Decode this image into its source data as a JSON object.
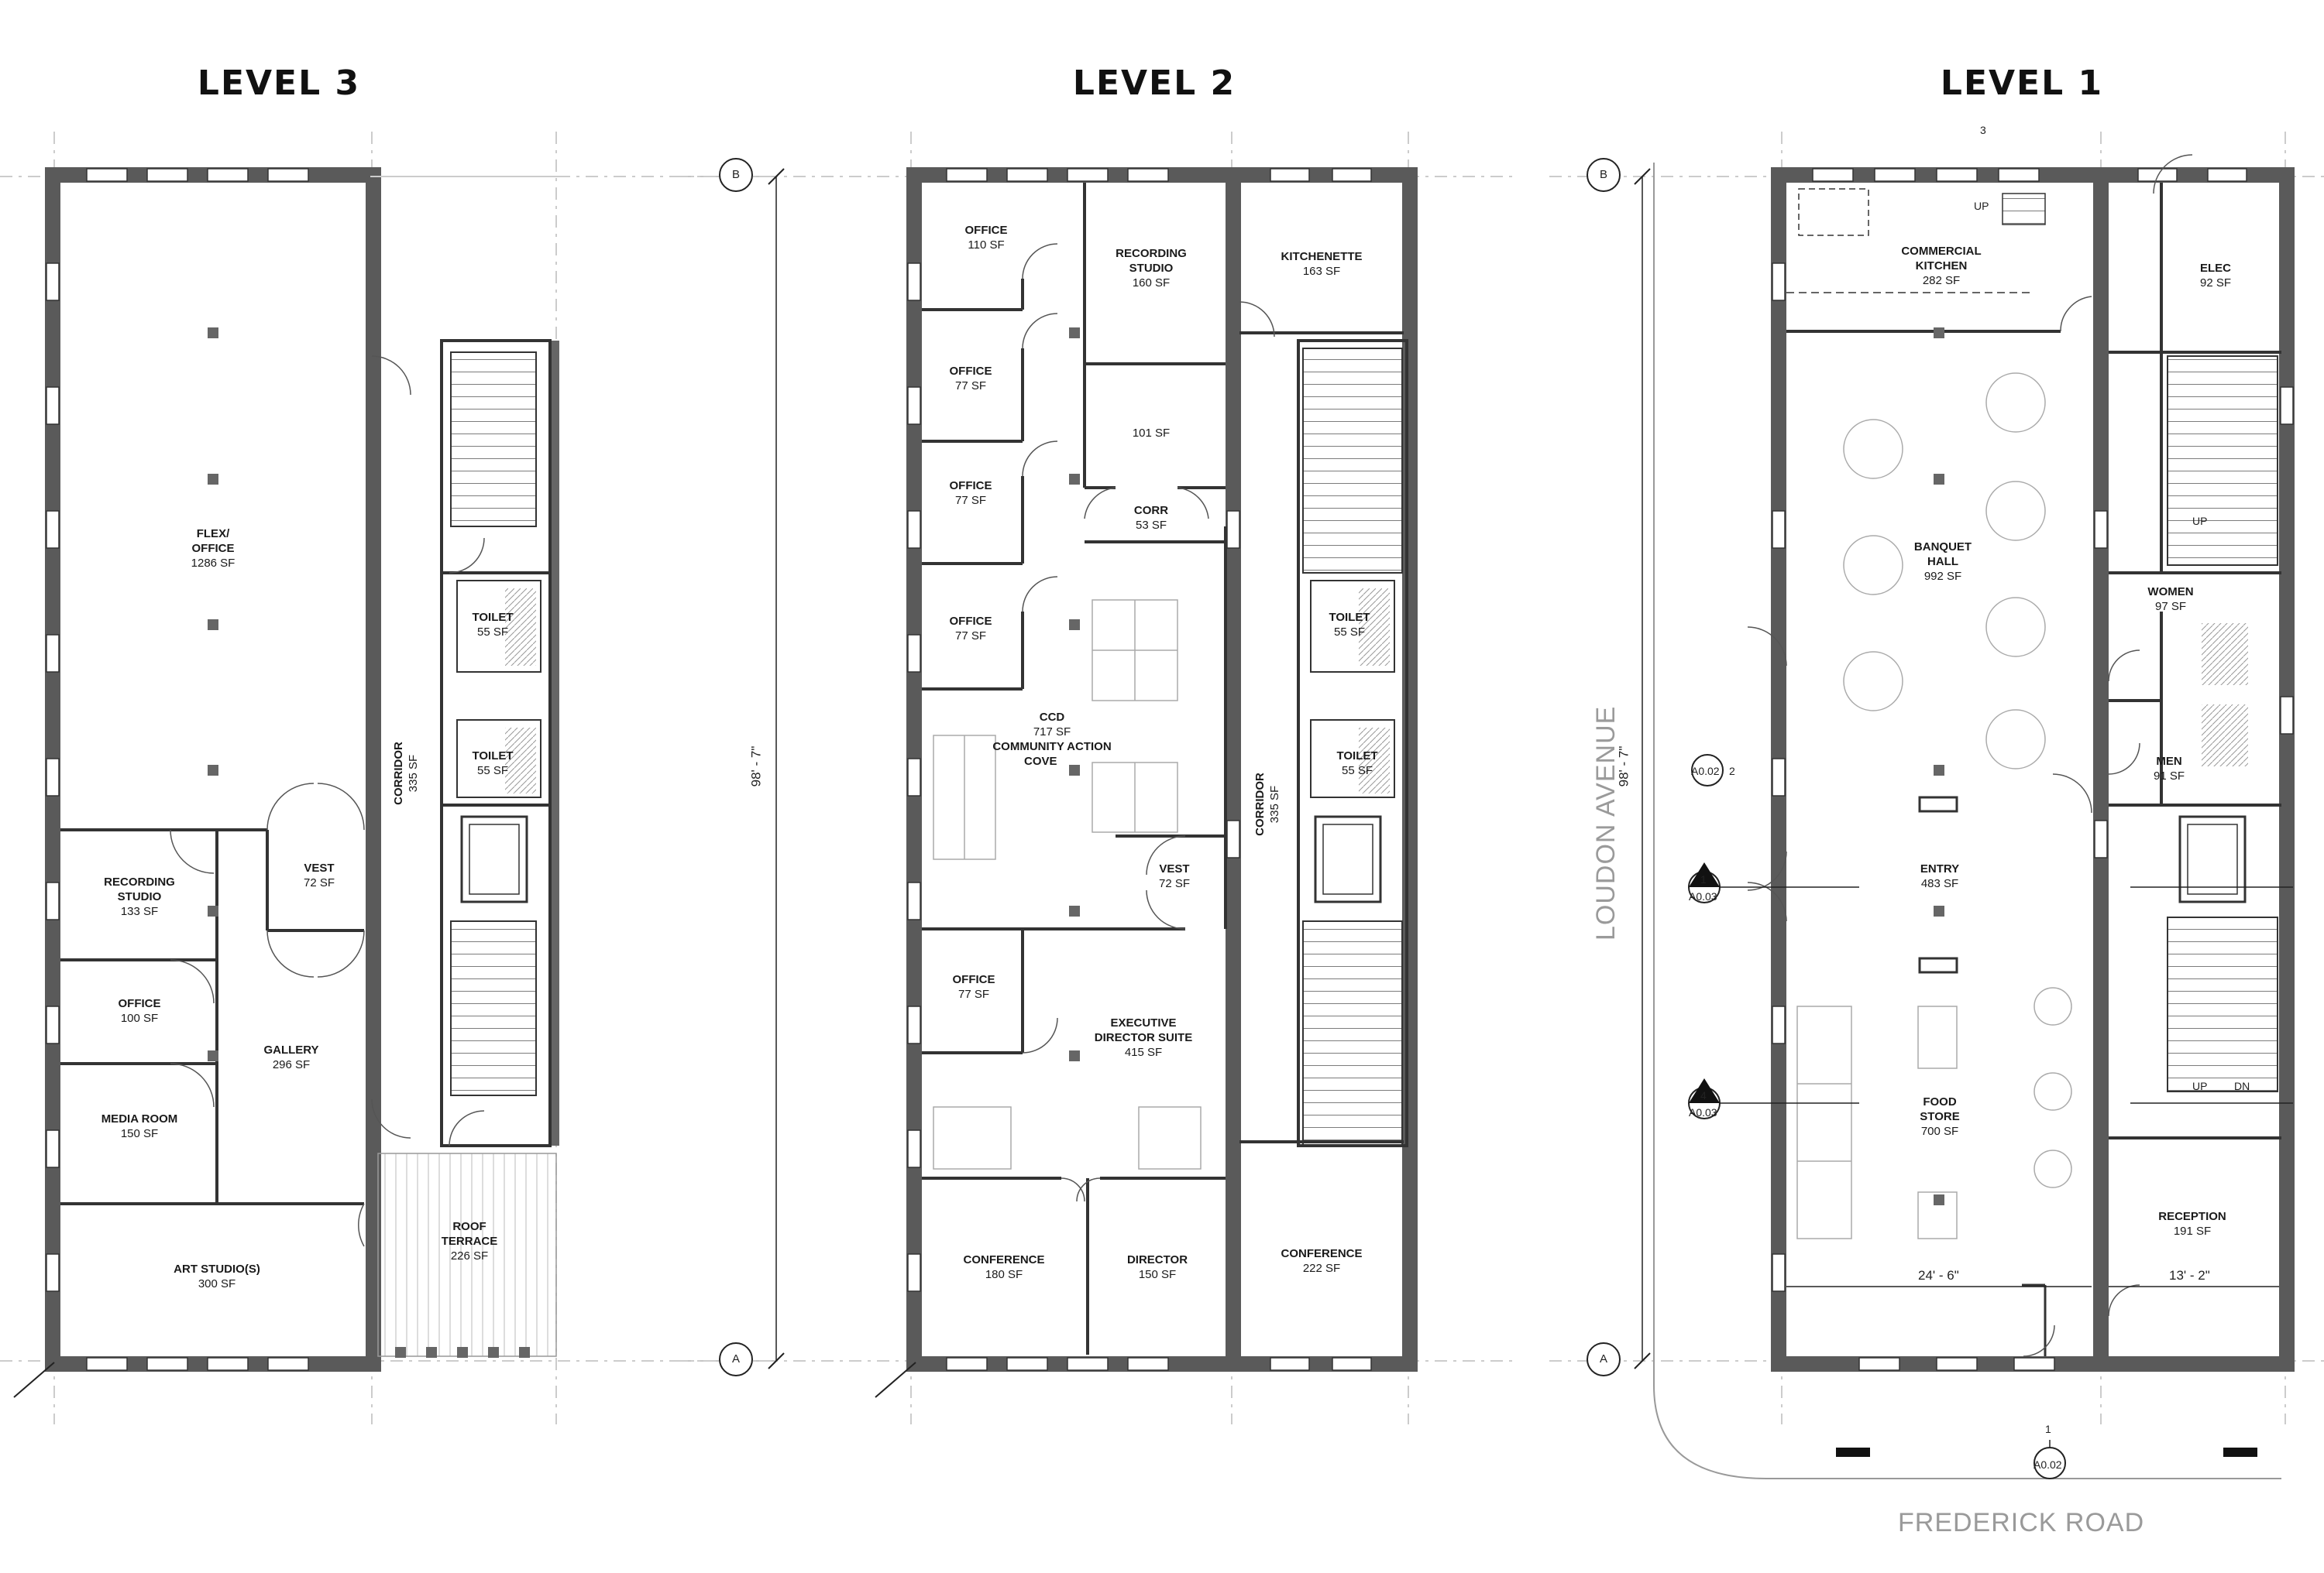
{
  "levels": {
    "level3": {
      "title": "LEVEL 3",
      "rooms": {
        "flex": {
          "name": "FLEX/\nOFFICE",
          "area": "1286 SF"
        },
        "recording": {
          "name": "RECORDING STUDIO",
          "area": "133 SF"
        },
        "office": {
          "name": "OFFICE",
          "area": "100 SF"
        },
        "media": {
          "name": "MEDIA ROOM",
          "area": "150 SF"
        },
        "art": {
          "name": "ART STUDIO(S)",
          "area": "300 SF"
        },
        "gallery": {
          "name": "GALLERY",
          "area": "296 SF"
        },
        "vest": {
          "name": "VEST",
          "area": "72 SF"
        },
        "corridor": {
          "name": "CORRIDOR",
          "area": "335 SF"
        },
        "toilet1": {
          "name": "TOILET",
          "area": "55 SF"
        },
        "toilet2": {
          "name": "TOILET",
          "area": "55 SF"
        },
        "terrace": {
          "name": "ROOF TERRACE",
          "area": "226 SF"
        }
      }
    },
    "level2": {
      "title": "LEVEL 2",
      "rooms": {
        "office1": {
          "name": "OFFICE",
          "area": "110 SF"
        },
        "office2": {
          "name": "OFFICE",
          "area": "77 SF"
        },
        "office3": {
          "name": "OFFICE",
          "area": "77 SF"
        },
        "office4": {
          "name": "OFFICE",
          "area": "77 SF"
        },
        "office5": {
          "name": "OFFICE",
          "area": "77 SF"
        },
        "recording": {
          "name": "RECORDING STUDIO",
          "area": "160 SF"
        },
        "storage": {
          "name": "",
          "area": "101 SF"
        },
        "corr": {
          "name": "CORR",
          "area": "53 SF"
        },
        "kitchenette": {
          "name": "KITCHENETTE",
          "area": "163 SF"
        },
        "ccd": {
          "name": "CCD",
          "area": "717 SF",
          "sub": "COMMUNITY ACTION",
          "sub2": "COVE"
        },
        "vest": {
          "name": "VEST",
          "area": "72 SF"
        },
        "exec": {
          "name": "EXECUTIVE DIRECTOR SUITE",
          "area": "415 SF"
        },
        "conf1": {
          "name": "CONFERENCE",
          "area": "180 SF"
        },
        "director": {
          "name": "DIRECTOR",
          "area": "150 SF"
        },
        "conf2": {
          "name": "CONFERENCE",
          "area": "222 SF"
        },
        "corridor": {
          "name": "CORRIDOR",
          "area": "335 SF"
        },
        "toilet1": {
          "name": "TOILET",
          "area": "55 SF"
        },
        "toilet2": {
          "name": "TOILET",
          "area": "55 SF"
        }
      },
      "dimension": "98' - 7\"",
      "grid": {
        "top": "B",
        "bottom": "A"
      }
    },
    "level1": {
      "title": "LEVEL 1",
      "rooms": {
        "kitchen": {
          "name": "COMMERCIAL KITCHEN",
          "area": "282 SF"
        },
        "elec": {
          "name": "ELEC",
          "area": "92 SF"
        },
        "banquet": {
          "name": "BANQUET HALL",
          "area": "992 SF"
        },
        "women": {
          "name": "WOMEN",
          "area": "97 SF"
        },
        "men": {
          "name": "MEN",
          "area": "91 SF"
        },
        "entry": {
          "name": "ENTRY",
          "area": "483 SF"
        },
        "food": {
          "name": "FOOD STORE",
          "area": "700 SF"
        },
        "reception": {
          "name": "RECEPTION",
          "area": "191 SF"
        }
      },
      "dimension": "98' - 7\"",
      "width_dim_1": "24' - 6\"",
      "width_dim_2": "13' - 2\"",
      "grid": {
        "top": "B",
        "bottom": "A",
        "col": "3"
      },
      "labels": {
        "up1": "UP",
        "up2": "UP",
        "up3": "UP",
        "dn": "DN"
      },
      "section_tags": [
        {
          "num": "1",
          "sheet": "A0.03"
        },
        {
          "num": "4",
          "sheet": "A0.03"
        },
        {
          "num": "1",
          "sheet": "A0.02"
        }
      ],
      "elev_tag": {
        "sheet": "A0.02",
        "num": "2"
      }
    }
  },
  "streets": {
    "side": "LOUDON AVENUE",
    "front": "FREDERICK ROAD"
  }
}
